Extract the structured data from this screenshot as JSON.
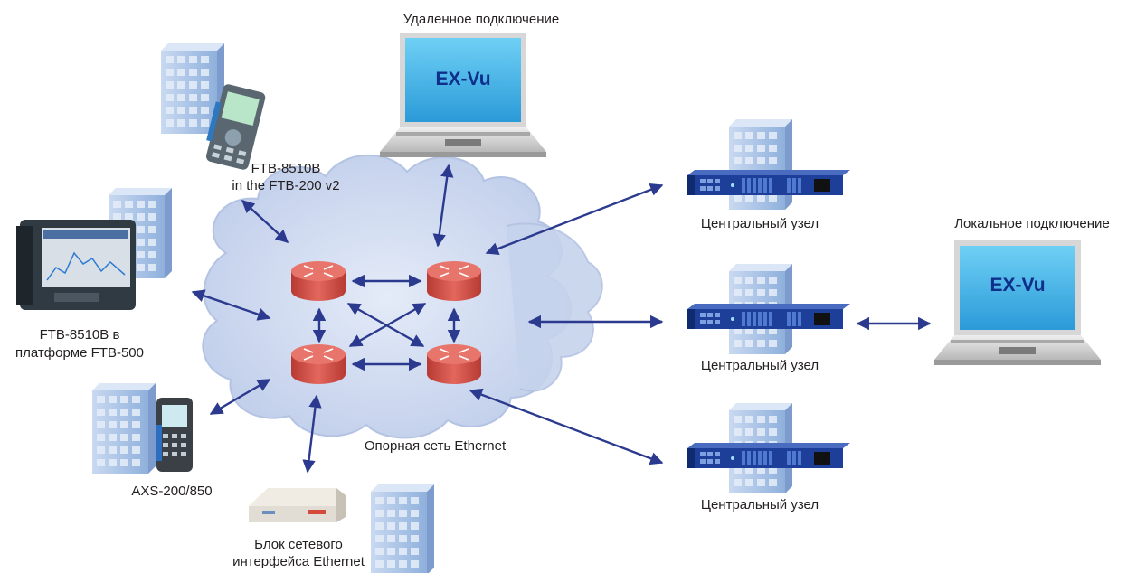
{
  "labels": {
    "remote_connection": "Удаленное подключение",
    "local_connection": "Локальное подключение",
    "ftb8510b_200_line1": "FTB-8510B",
    "ftb8510b_200_line2": "in the FTB-200 v2",
    "ftb8510b_500_line1": "FTB-8510B в",
    "ftb8510b_500_line2": "платформе FTB-500",
    "axs": "AXS-200/850",
    "nid_line1": "Блок сетевого",
    "nid_line2": "интерфейса Ethernet",
    "backbone": "Опорная сеть Ethernet",
    "central_node_1": "Центральный узел",
    "central_node_2": "Центральный узел",
    "central_node_3": "Центральный узел"
  },
  "laptops": {
    "remote_screen_text": "EX-Vu",
    "local_screen_text": "EX-Vu"
  },
  "colors": {
    "arrow": "#2b3a8f",
    "cloud": "#c9d5ee",
    "router": "#d9534a",
    "building": "#a9c2e6",
    "server": "#1d3f9a",
    "screen": "#3fb4ea"
  },
  "icons": [
    "building-icon",
    "router-icon",
    "laptop-icon",
    "server-rack-icon",
    "handheld-tester-icon",
    "tablet-tester-icon",
    "nid-box-icon",
    "cloud-icon"
  ]
}
